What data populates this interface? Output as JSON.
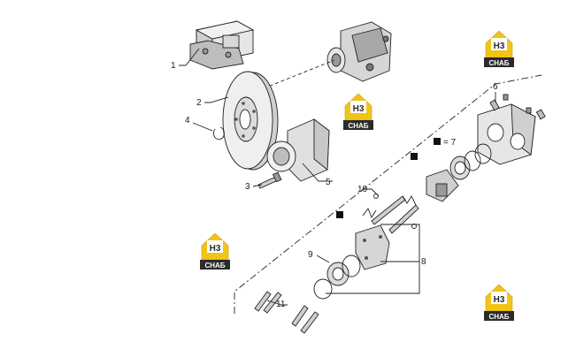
{
  "logo": {
    "mark": "H3",
    "text": "СНАБ",
    "colors": {
      "yellow": "#f2c418",
      "dark": "#2b2b2b",
      "white": "#ffffff"
    }
  },
  "callouts": {
    "c1": "1",
    "c2": "2",
    "c3": "3",
    "c4": "4",
    "c5": "5",
    "c6": "6",
    "c7": "= 7",
    "c8": "8",
    "c9": "9",
    "c10": "10",
    "c11": "11"
  },
  "colors": {
    "line": "#222222",
    "fill_light": "#e6e6e6",
    "fill_mid": "#cfcfcf",
    "fill_dark": "#9a9a9a",
    "marker": "#111111"
  }
}
